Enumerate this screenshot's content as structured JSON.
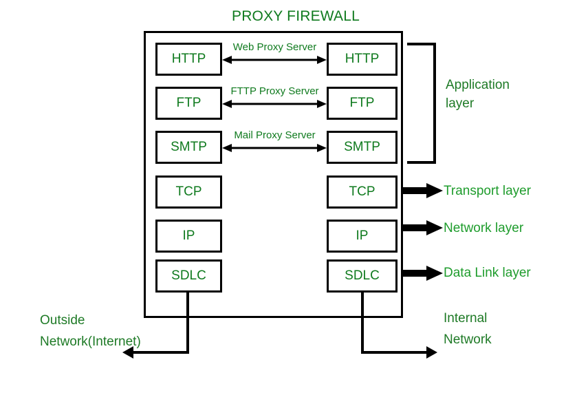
{
  "diagram": {
    "title": "PROXY FIREWALL",
    "accent_green": "#0f7a1e",
    "label_green": "#1e7a26",
    "line_black": "#000000",
    "background": "#ffffff"
  },
  "stack_left": [
    {
      "label": "HTTP"
    },
    {
      "label": "FTP"
    },
    {
      "label": "SMTP"
    },
    {
      "label": "TCP"
    },
    {
      "label": "IP"
    },
    {
      "label": "SDLC"
    }
  ],
  "stack_right": [
    {
      "label": "HTTP"
    },
    {
      "label": "FTP"
    },
    {
      "label": "SMTP"
    },
    {
      "label": "TCP"
    },
    {
      "label": "IP"
    },
    {
      "label": "SDLC"
    }
  ],
  "proxy_links": [
    {
      "label": "Web Proxy Server"
    },
    {
      "label": "FTTP Proxy Server"
    },
    {
      "label": "Mail Proxy Server"
    }
  ],
  "layers": {
    "application": "Application\nlayer",
    "transport": "Transport layer",
    "network": "Network layer",
    "datalink": "Data Link layer"
  },
  "networks": {
    "outside": "Outside\nNetwork(Internet)",
    "internal": "Internal\nNetwork"
  }
}
